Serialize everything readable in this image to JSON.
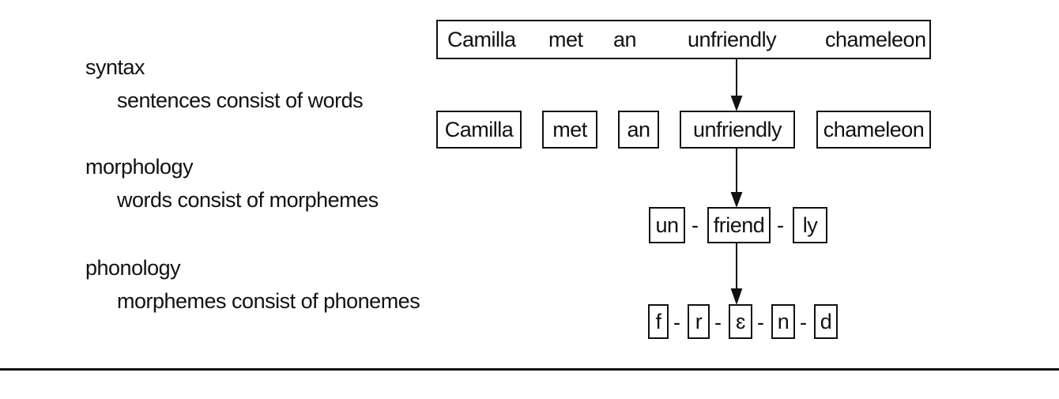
{
  "levels": [
    {
      "name": "syntax",
      "description": "sentences consist of words"
    },
    {
      "name": "morphology",
      "description": "words consist of morphemes"
    },
    {
      "name": "phonology",
      "description": "morphemes consist of phonemes"
    }
  ],
  "sentence": [
    "Camilla",
    "met",
    "an",
    "unfriendly",
    "chameleon"
  ],
  "words": [
    "Camilla",
    "met",
    "an",
    "unfriendly",
    "chameleon"
  ],
  "morphemes": [
    "un",
    "friend",
    "ly"
  ],
  "phonemes": [
    "f",
    "r",
    "ɛ",
    "n",
    "d"
  ],
  "separator": "-"
}
